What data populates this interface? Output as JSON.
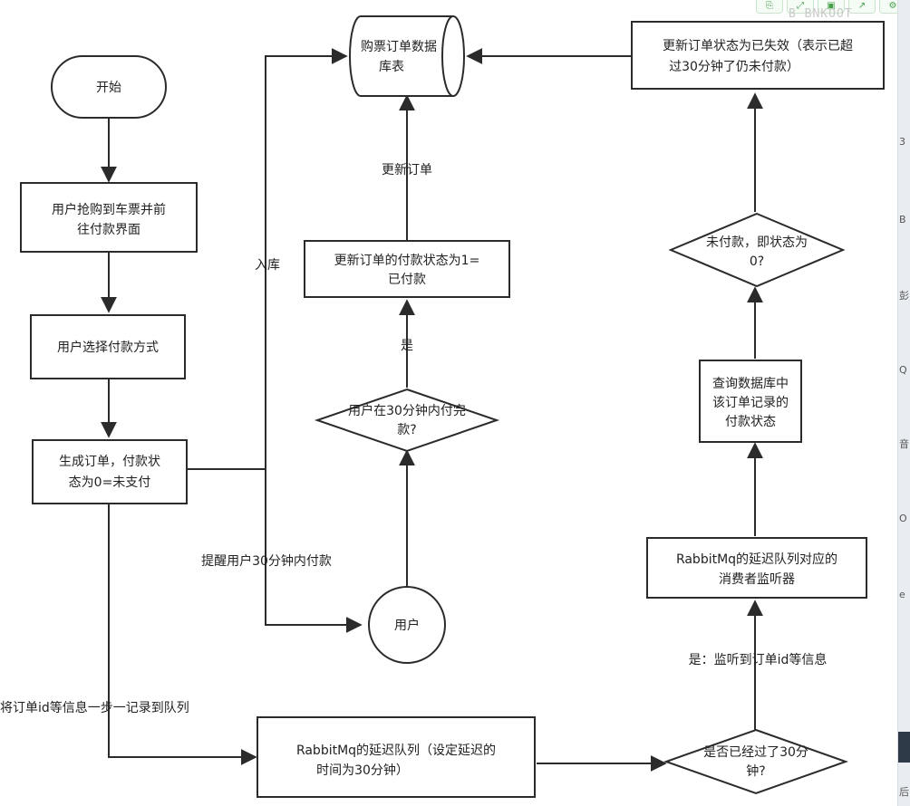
{
  "toolbar": {
    "icons": [
      "copy-icon",
      "expand-icon",
      "save-icon",
      "share-icon",
      "settings-icon"
    ],
    "watermark": "B BNKOOT"
  },
  "nodes": {
    "start": "开始",
    "grab_ticket": [
      "用户抢购到车票并前",
      "往付款界面"
    ],
    "choose_payment": "用户选择付款方式",
    "create_order": [
      "生成订单，付款状",
      "态为0=未支付"
    ],
    "database": [
      "购票订单数据",
      "库表"
    ],
    "update_paid": [
      "更新订单的付款状态为1=",
      "已付款"
    ],
    "paid_in_30": [
      "用户在30分钟内付完",
      "款?"
    ],
    "user": "用户",
    "delay_queue": [
      "RabbitMq的延迟队列（设定延迟的",
      "时间为30分钟）"
    ],
    "passed_30": [
      "是否已经过了30分",
      "钟?"
    ],
    "consumer": [
      "RabbitMq的延迟队列对应的",
      "消费者监听器"
    ],
    "query_db": [
      "查询数据库中",
      "该订单记录的",
      "付款状态"
    ],
    "unpaid_check": [
      "未付款，即状态为",
      "0?"
    ],
    "mark_expired": [
      "更新订单状态为已失效（表示已超",
      "过30分钟了仍未付款）"
    ]
  },
  "edge_labels": {
    "store": "入库",
    "update_order": "更新订单",
    "yes": "是",
    "remind": "提醒用户30分钟内付款",
    "enqueue": "将订单id等信息一步一记录到队列",
    "listened": "是：监听到订单id等信息"
  },
  "right_strip": [
    "3",
    "B",
    "彭",
    "Q",
    "音",
    "O",
    "e",
    "后"
  ]
}
